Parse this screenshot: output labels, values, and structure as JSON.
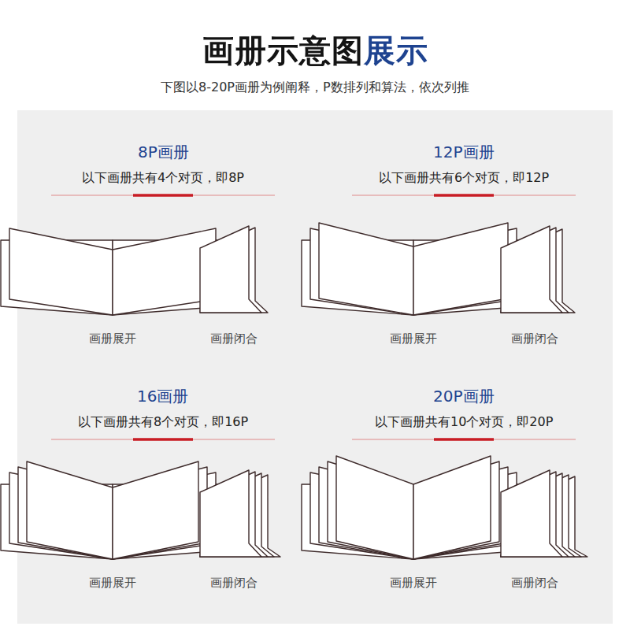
{
  "diagram": {
    "title": "画册示意图展示",
    "labels": [
      "下图以8-20P画册为例阐释，P数排列和算法，依次列推",
      "8P画册",
      "以下画册共有4个对页，即8P",
      "画册展开",
      "画册闭合",
      "12P画册",
      "以下画册共有6个对页，即12P",
      "画册展开",
      "画册闭合",
      "16画册",
      "以下画册共有8个对页，即16P",
      "画册展开",
      "画册闭合",
      "20P画册",
      "以下画册共有10个对页，即20P",
      "画册展开",
      "画册闭合"
    ]
  }
}
